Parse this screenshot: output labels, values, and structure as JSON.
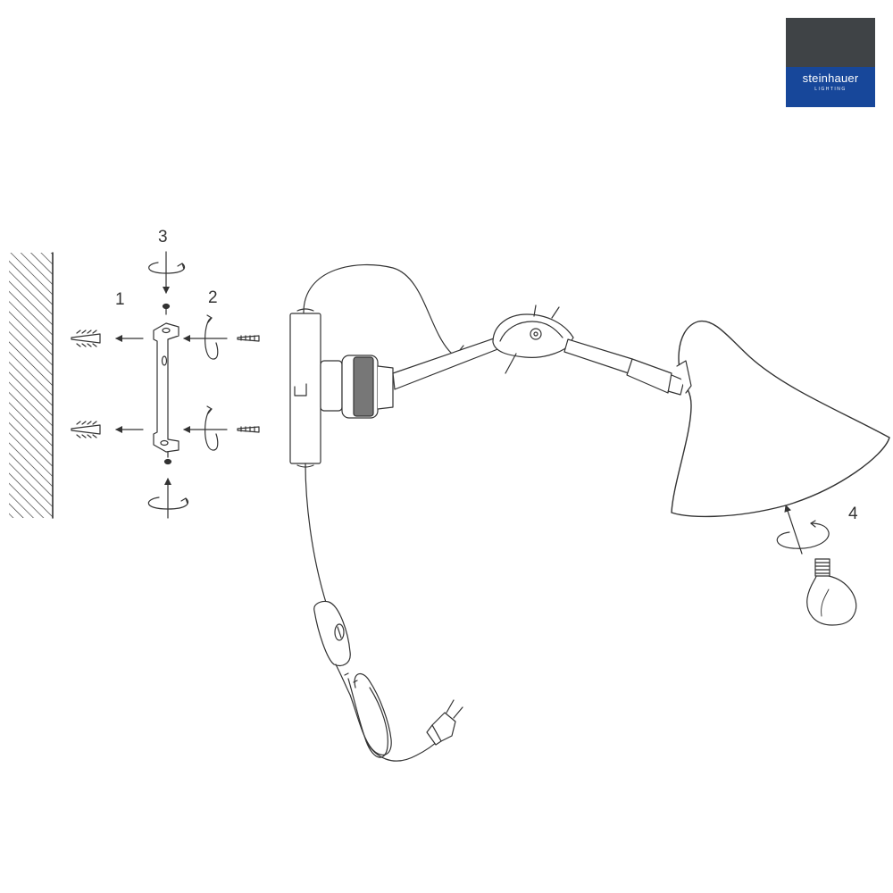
{
  "logo": {
    "brand": "steinhauer",
    "sub": "LIGHTING"
  },
  "steps": [
    {
      "label": "1"
    },
    {
      "label": "2"
    },
    {
      "label": "3"
    },
    {
      "label": "4"
    }
  ],
  "colors": {
    "line": "#333333",
    "logo_dark": "#3f4346",
    "logo_blue": "#17479a"
  }
}
